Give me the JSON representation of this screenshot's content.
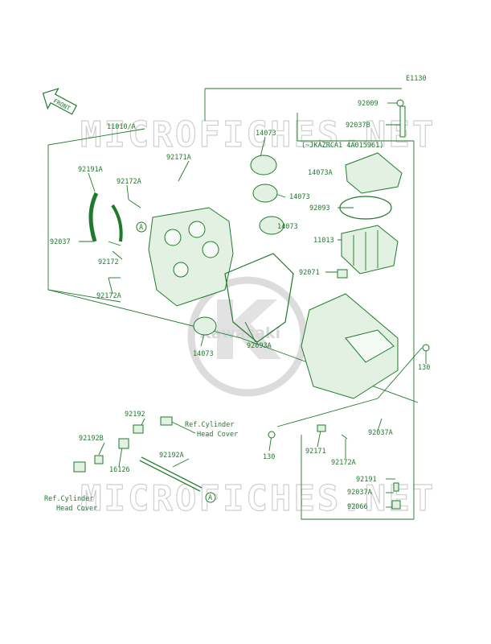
{
  "diagram": {
    "code": "E1130",
    "front_label": "FRONT",
    "watermark": "MICROFICHES.NET",
    "logo_text": "Kawasaki",
    "note": "(~JKAZRCA1 4A015961)",
    "ref_right": "Ref.Cylinder",
    "ref_right_2": "Head Cover",
    "ref_left": "Ref.Cylinder",
    "ref_left_2": "Head Cover",
    "marker": "A"
  },
  "parts": {
    "p_11010A": "11010/A",
    "p_92009": "92009",
    "p_92037B": "92037B",
    "p_92171A": "92171A",
    "p_14073_a": "14073",
    "p_92191A": "92191A",
    "p_92172A_a": "92172A",
    "p_14073A": "14073A",
    "p_14073_b": "14073",
    "p_92093": "92093",
    "p_14073_c": "14073",
    "p_92037": "92037",
    "p_11013": "11013",
    "p_92172": "92172",
    "p_92071": "92071",
    "p_92172A_b": "92172A",
    "p_14073_d": "14073",
    "p_92093A": "92093A",
    "p_130_a": "130",
    "p_92192": "92192",
    "p_92192B": "92192B",
    "p_16126": "16126",
    "p_92192A": "92192A",
    "p_130_b": "130",
    "p_92171": "92171",
    "p_92172A_c": "92172A",
    "p_92037A_a": "92037A",
    "p_92191": "92191",
    "p_92037A_b": "92037A",
    "p_92066": "92066"
  }
}
